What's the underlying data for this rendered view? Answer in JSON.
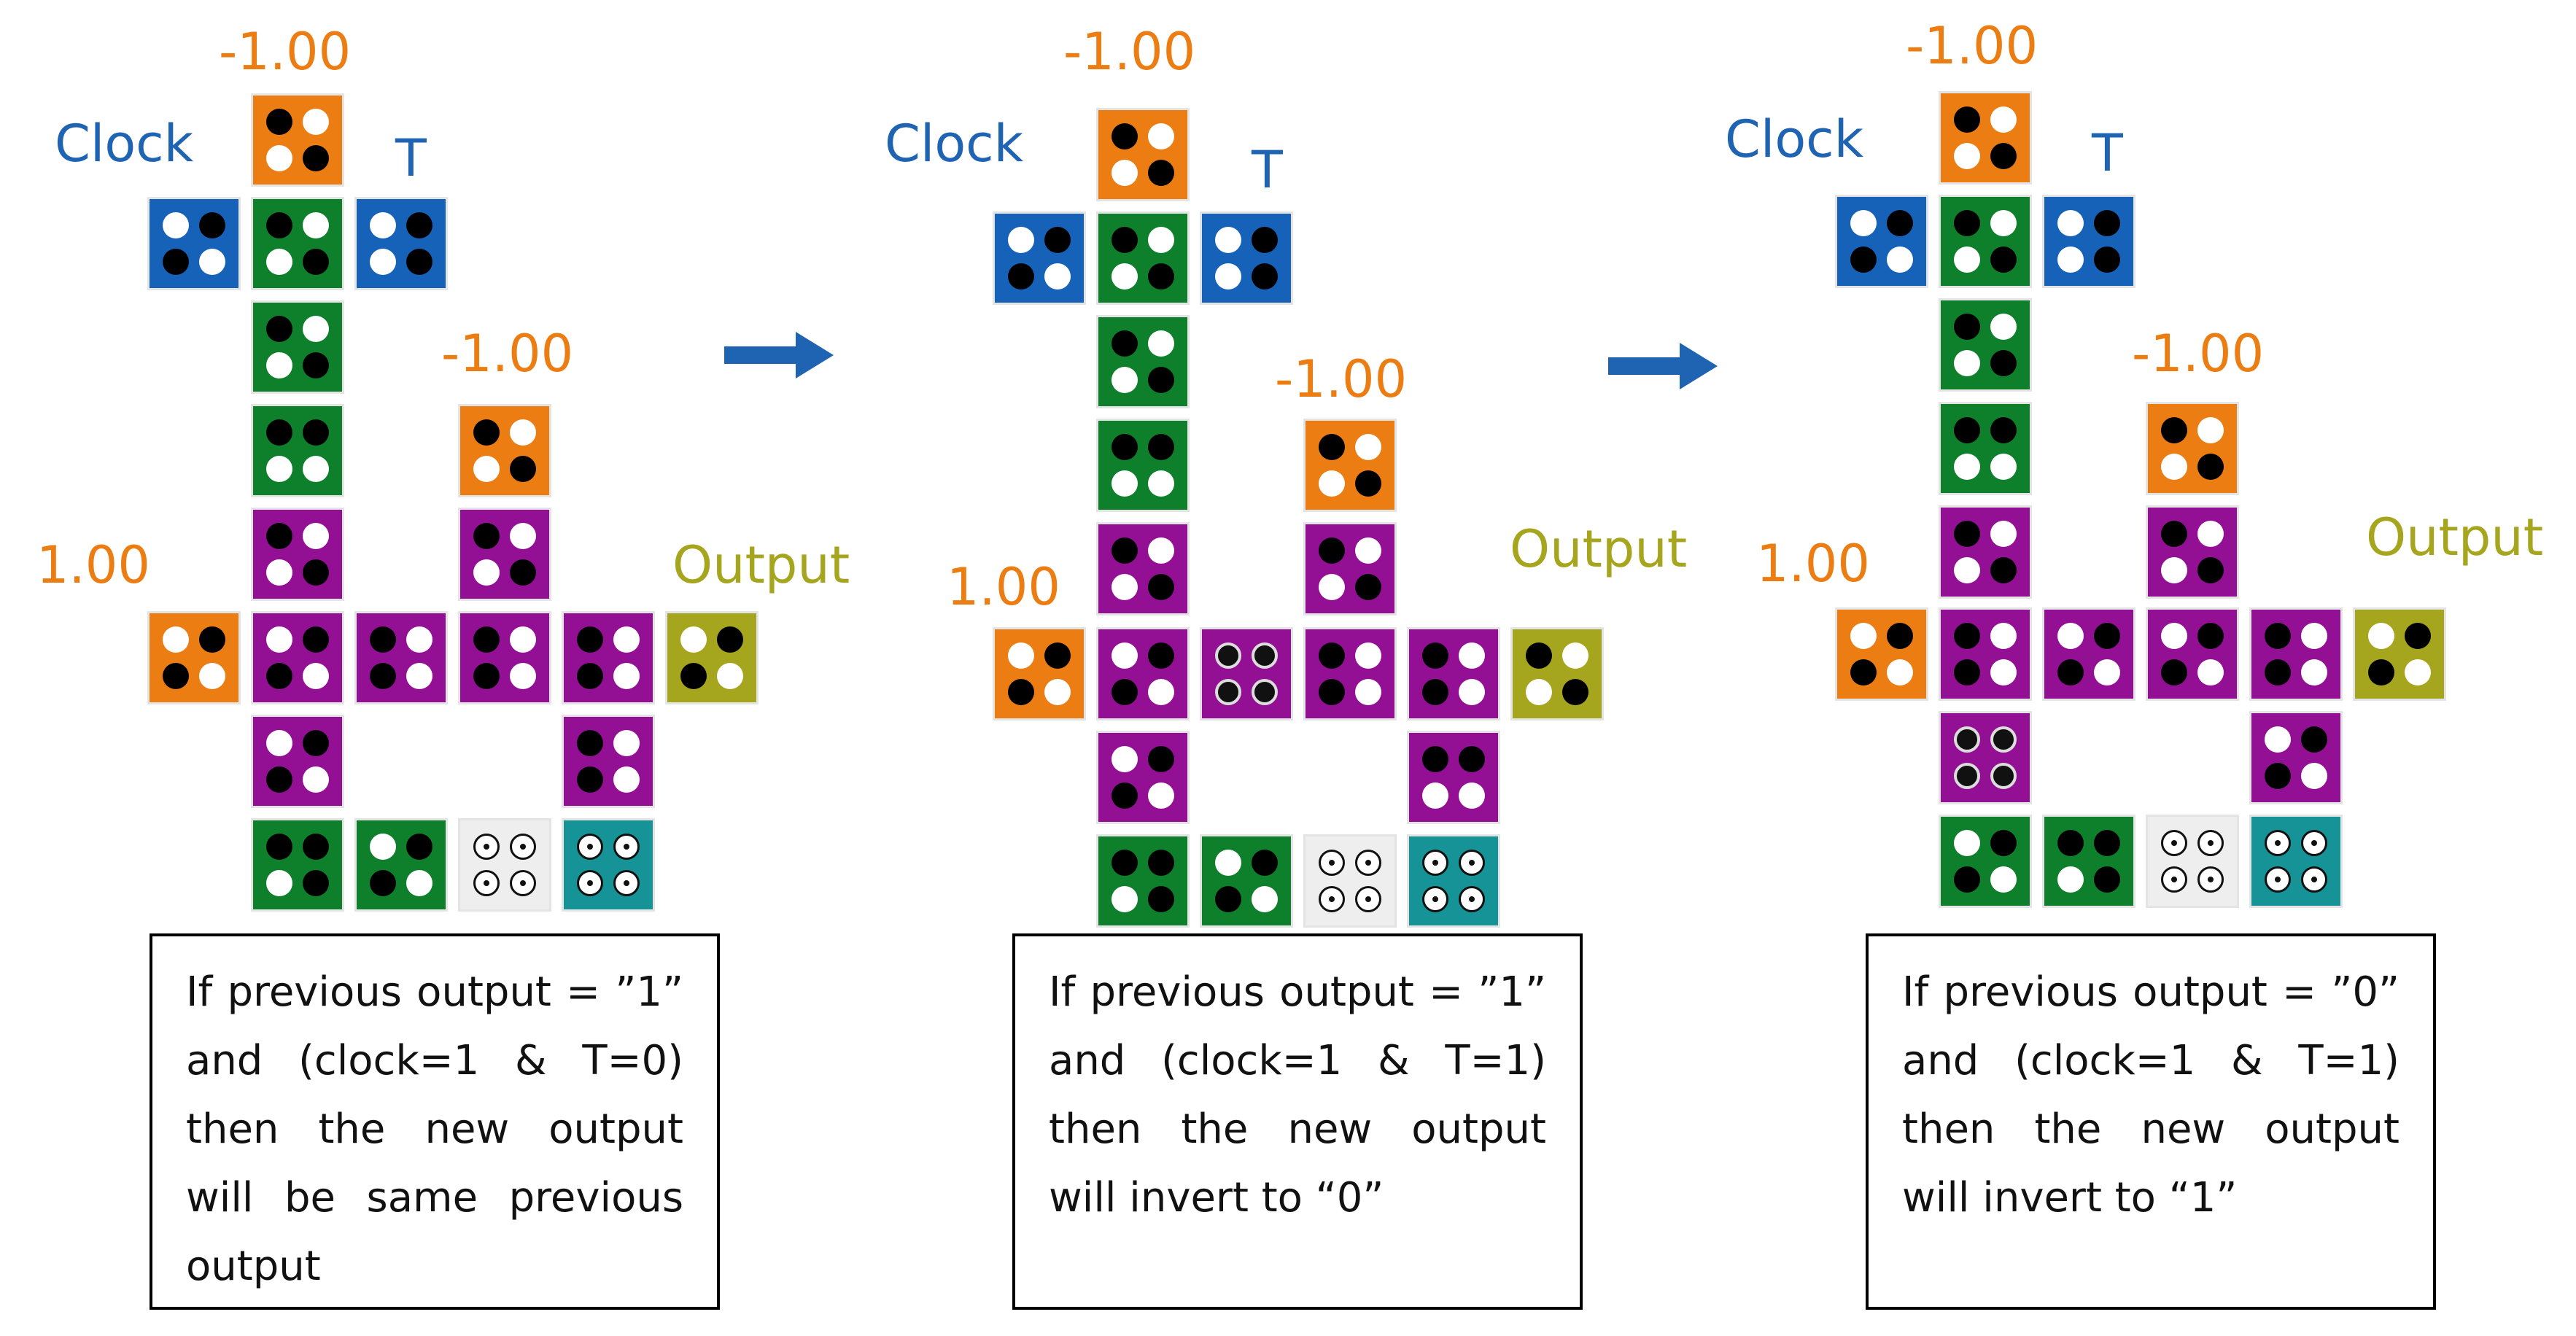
{
  "colors": {
    "orange": "#ec7d13",
    "blue": "#1562b8",
    "green": "#0e7f2a",
    "purple": "#930f93",
    "olive": "#a6a51e",
    "light": "#eeeeee",
    "teal": "#159396",
    "clock_label": "#1f63b3",
    "arrow": "#1f63b3"
  },
  "panels": [
    {
      "labels": {
        "top_value": "-1.00",
        "clock": "Clock",
        "t": "T",
        "mid_value": "-1.00",
        "left_value": "1.00",
        "output": "Output"
      },
      "note_lines": [
        "If previous output = ”1”",
        "and (clock=1 & T=0)",
        "then the new output",
        "will be same previous",
        "output"
      ]
    },
    {
      "labels": {
        "top_value": "-1.00",
        "clock": "Clock",
        "t": "T",
        "mid_value": "-1.00",
        "left_value": "1.00",
        "output": "Output"
      },
      "note_lines": [
        "If previous output = ”1”",
        "and (clock=1 & T=1)",
        "then the new output",
        "will invert to “0”"
      ]
    },
    {
      "labels": {
        "top_value": "-1.00",
        "clock": "Clock",
        "t": "T",
        "mid_value": "-1.00",
        "left_value": "1.00",
        "output": "Output"
      },
      "note_lines": [
        "If previous output = ”0”",
        "and (clock=1 & T=1)",
        "then the new output",
        "will invert to “1”"
      ]
    }
  ],
  "arrows": [
    {
      "icon": "right-arrow-icon"
    },
    {
      "icon": "right-arrow-icon"
    }
  ]
}
